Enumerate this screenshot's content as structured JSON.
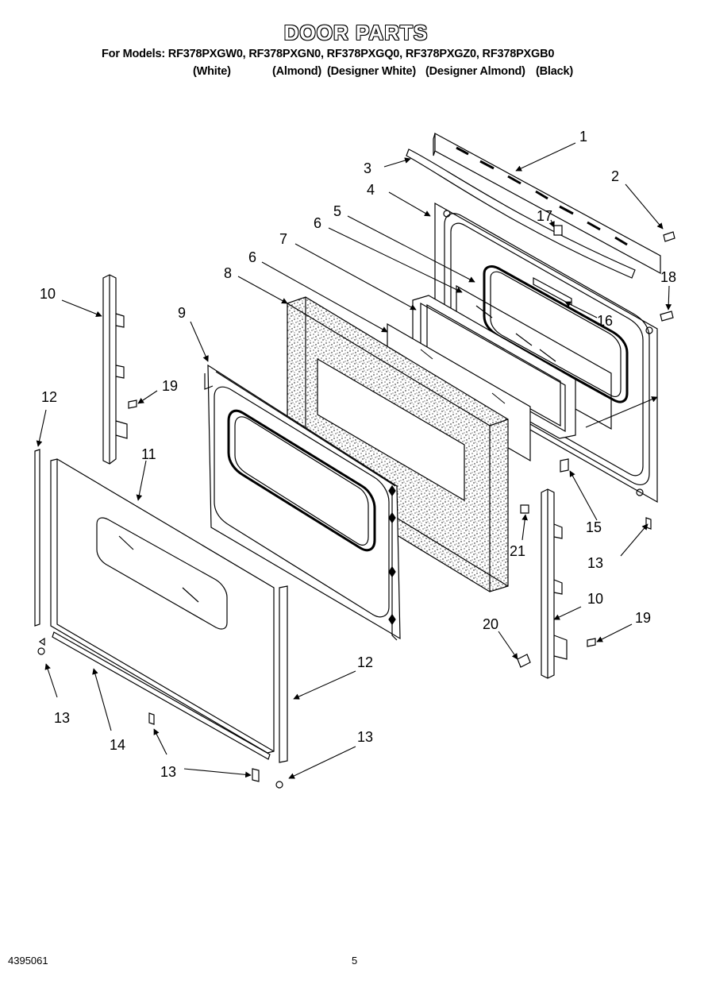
{
  "header": {
    "title": "DOOR PARTS",
    "models_line": "For Models: RF378PXGW0, RF378PXGN0, RF378PXGQ0, RF378PXGZ0, RF378PXGB0",
    "colors": [
      "(White)",
      "(Almond)",
      "(Designer White)",
      "(Designer Almond)",
      "(Black)"
    ]
  },
  "callouts": {
    "c1": "1",
    "c2": "2",
    "c3": "3",
    "c4": "4",
    "c5": "5",
    "c6a": "6",
    "c6b": "6",
    "c7": "7",
    "c8": "8",
    "c9": "9",
    "c10a": "10",
    "c10b": "10",
    "c11": "11",
    "c12a": "12",
    "c12b": "12",
    "c13a": "13",
    "c13b": "13",
    "c13c": "13",
    "c13d": "13",
    "c14": "14",
    "c15": "15",
    "c16": "16",
    "c17": "17",
    "c18": "18",
    "c19a": "19",
    "c19b": "19",
    "c20": "20",
    "c21": "21"
  },
  "footer": {
    "doc_number": "4395061",
    "page": "5"
  }
}
